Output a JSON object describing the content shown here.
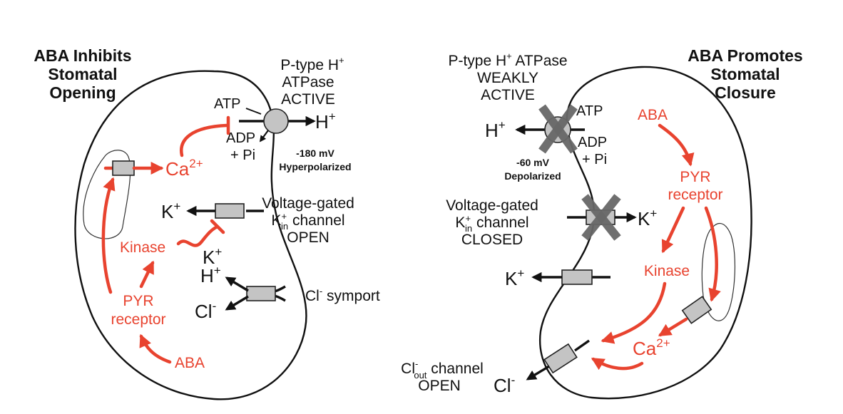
{
  "left": {
    "title": [
      "ABA Inhibits",
      "Stomatal",
      "Opening"
    ],
    "pump": {
      "label": [
        "P-type H",
        "ATPase",
        "ACTIVE"
      ],
      "sup": "+"
    },
    "atp": "ATP",
    "adp": [
      "ADP",
      "+ Pi"
    ],
    "h_out": "H",
    "h_sup": "+",
    "voltage": "-180 mV",
    "voltage_state": "Hyperpolarized",
    "ca": "Ca",
    "ca_sup": "2+",
    "k": "K",
    "k_sup": "+",
    "kchannel": {
      "l1": "Voltage-gated",
      "l2a": "K",
      "l2sup": "+",
      "l2sub": "in",
      "l2b": " channel",
      "l3": "OPEN"
    },
    "kinase": "Kinase",
    "k_in": "K",
    "h_in": "H",
    "cl_in": "Cl",
    "cl_sup": "-",
    "symport_a": "Cl",
    "symport_sup": "-",
    "symport_b": " symport",
    "pyr": [
      "PYR",
      "receptor"
    ],
    "aba": "ABA"
  },
  "right": {
    "title": [
      "ABA Promotes",
      "Stomatal",
      "Closure"
    ],
    "pump": {
      "l1a": "P-type H",
      "l1sup": "+",
      "l1b": " ATPase",
      "l2": "WEAKLY",
      "l3": "ACTIVE"
    },
    "atp": "ATP",
    "adp": [
      "ADP",
      "+ Pi"
    ],
    "h": "H",
    "h_sup": "+",
    "voltage": "-60 mV",
    "voltage_state": "Depolarized",
    "kchannel": {
      "l1": "Voltage-gated",
      "l2a": "K",
      "l2sup": "+",
      "l2sub": "in",
      "l2b": " channel",
      "l3": "CLOSED"
    },
    "k_closed": "K",
    "k_out": "K",
    "k_sup": "+",
    "aba": "ABA",
    "pyr": [
      "PYR",
      "receptor"
    ],
    "kinase": "Kinase",
    "ca": "Ca",
    "ca_sup": "2+",
    "clout": {
      "l1a": "Cl",
      "l1sup": "-",
      "l1sub": "out",
      "l1b": " channel",
      "l2": "OPEN"
    },
    "cl": "Cl",
    "cl_sup": "-"
  },
  "colors": {
    "red": "#e8432f",
    "channel_gray": "#c4c4c4",
    "x_gray": "#686868"
  }
}
